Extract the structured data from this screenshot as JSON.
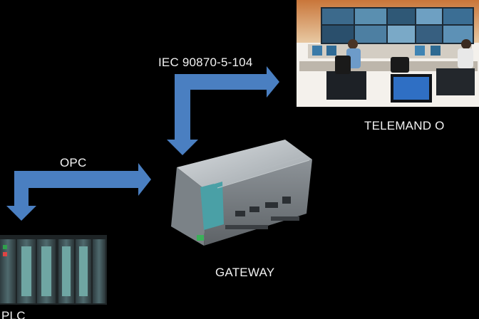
{
  "labels": {
    "protocol_top": "IEC 90870-5-104",
    "protocol_left": "OPC",
    "control_room": "TELEMAND O",
    "gateway": "GATEWAY",
    "plc": "PLC"
  },
  "colors": {
    "background": "#000000",
    "arrow": "#4a7fc1",
    "text": "#f2f2f2"
  }
}
